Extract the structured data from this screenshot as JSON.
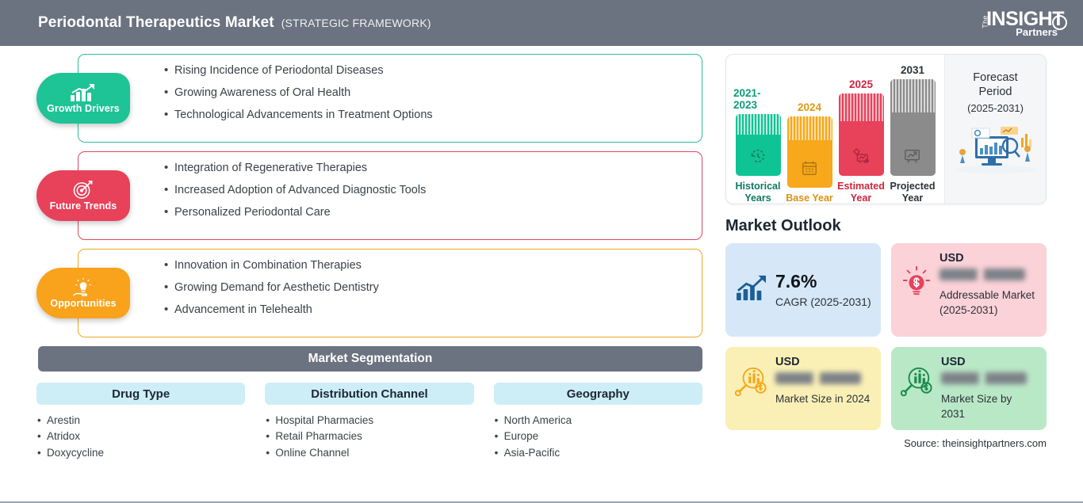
{
  "header": {
    "title": "Periodontal Therapeutics Market",
    "subtitle": "(STRATEGIC FRAMEWORK)",
    "logo": {
      "the": "The",
      "insight": "INSIGHT",
      "partners": "Partners"
    }
  },
  "framework": {
    "rows": [
      {
        "badge": "Growth Drivers",
        "icon": "bar-chart-growth-icon",
        "color": "#1ec396",
        "border": "#2cbf9a",
        "items": [
          "Rising Incidence of Periodontal Diseases",
          "Growing Awareness of Oral Health",
          "Technological Advancements in Treatment Options"
        ]
      },
      {
        "badge": "Future Trends",
        "icon": "target-dart-icon",
        "color": "#e8415a",
        "border": "#d94a5e",
        "items": [
          "Integration of Regenerative Therapies",
          "Increased Adoption of Advanced Diagnostic Tools",
          "Personalized Periodontal Care"
        ]
      },
      {
        "badge": "Opportunities",
        "icon": "hand-lightbulb-icon",
        "color": "#f9a21b",
        "border": "#f0a81e",
        "items": [
          "Innovation in Combination Therapies",
          "Growing Demand for Aesthetic Dentistry",
          "Advancement in Telehealth"
        ]
      }
    ]
  },
  "segmentation": {
    "heading": "Market Segmentation",
    "columns": [
      {
        "title": "Drug Type",
        "items": [
          "Arestin",
          "Atridox",
          "Doxycycline"
        ]
      },
      {
        "title": "Distribution Channel",
        "items": [
          "Hospital Pharmacies",
          "Retail Pharmacies",
          "Online Channel"
        ]
      },
      {
        "title": "Geography",
        "items": [
          "North America",
          "Europe",
          "Asia-Pacific"
        ]
      }
    ]
  },
  "forecast": {
    "bars": [
      {
        "year": "2021-2023",
        "caption": "Historical Years",
        "color": "#0ec494",
        "icon": "clock-history-icon",
        "height": 78
      },
      {
        "year": "2024",
        "caption": "Base Year",
        "color": "#f7a81b",
        "icon": "calendar-icon",
        "height": 90
      },
      {
        "year": "2025",
        "caption": "Estimated Year",
        "color": "#e8415a",
        "icon": "forecast-gear-icon",
        "height": 104
      },
      {
        "year": "2031",
        "caption": "Projected Year",
        "color": "#8b8b8b",
        "icon": "presentation-chart-icon",
        "height": 122
      }
    ],
    "side": {
      "line1": "Forecast",
      "line2": "Period",
      "range": "(2025-2031)",
      "illustration": "data-analytics-illustration"
    }
  },
  "outlook": {
    "title": "Market Outlook",
    "cards": [
      {
        "kind": "cagr",
        "icon": "bar-chart-arrow-icon",
        "value": "7.6%",
        "caption": "CAGR (2025-2031)",
        "bg": "#d6e8f7"
      },
      {
        "kind": "value",
        "icon": "lightbulb-dollar-icon",
        "usd": "USD",
        "value_masked": "lorem ipsum",
        "caption": "Addressable Market (2025-2031)",
        "bg": "#fad2d8"
      },
      {
        "kind": "value",
        "icon": "magnifier-chart-dollar-icon",
        "usd": "USD",
        "value_masked": "lorem ipsum",
        "caption": "Market Size in 2024",
        "bg": "#faf0b6"
      },
      {
        "kind": "value",
        "icon": "magnifier-chart-dollar-icon",
        "usd": "USD",
        "value_masked": "lorem ipsum",
        "caption": "Market Size by 2031",
        "bg": "#b9e8c6"
      }
    ],
    "source": "Source: theinsightpartners.com"
  }
}
